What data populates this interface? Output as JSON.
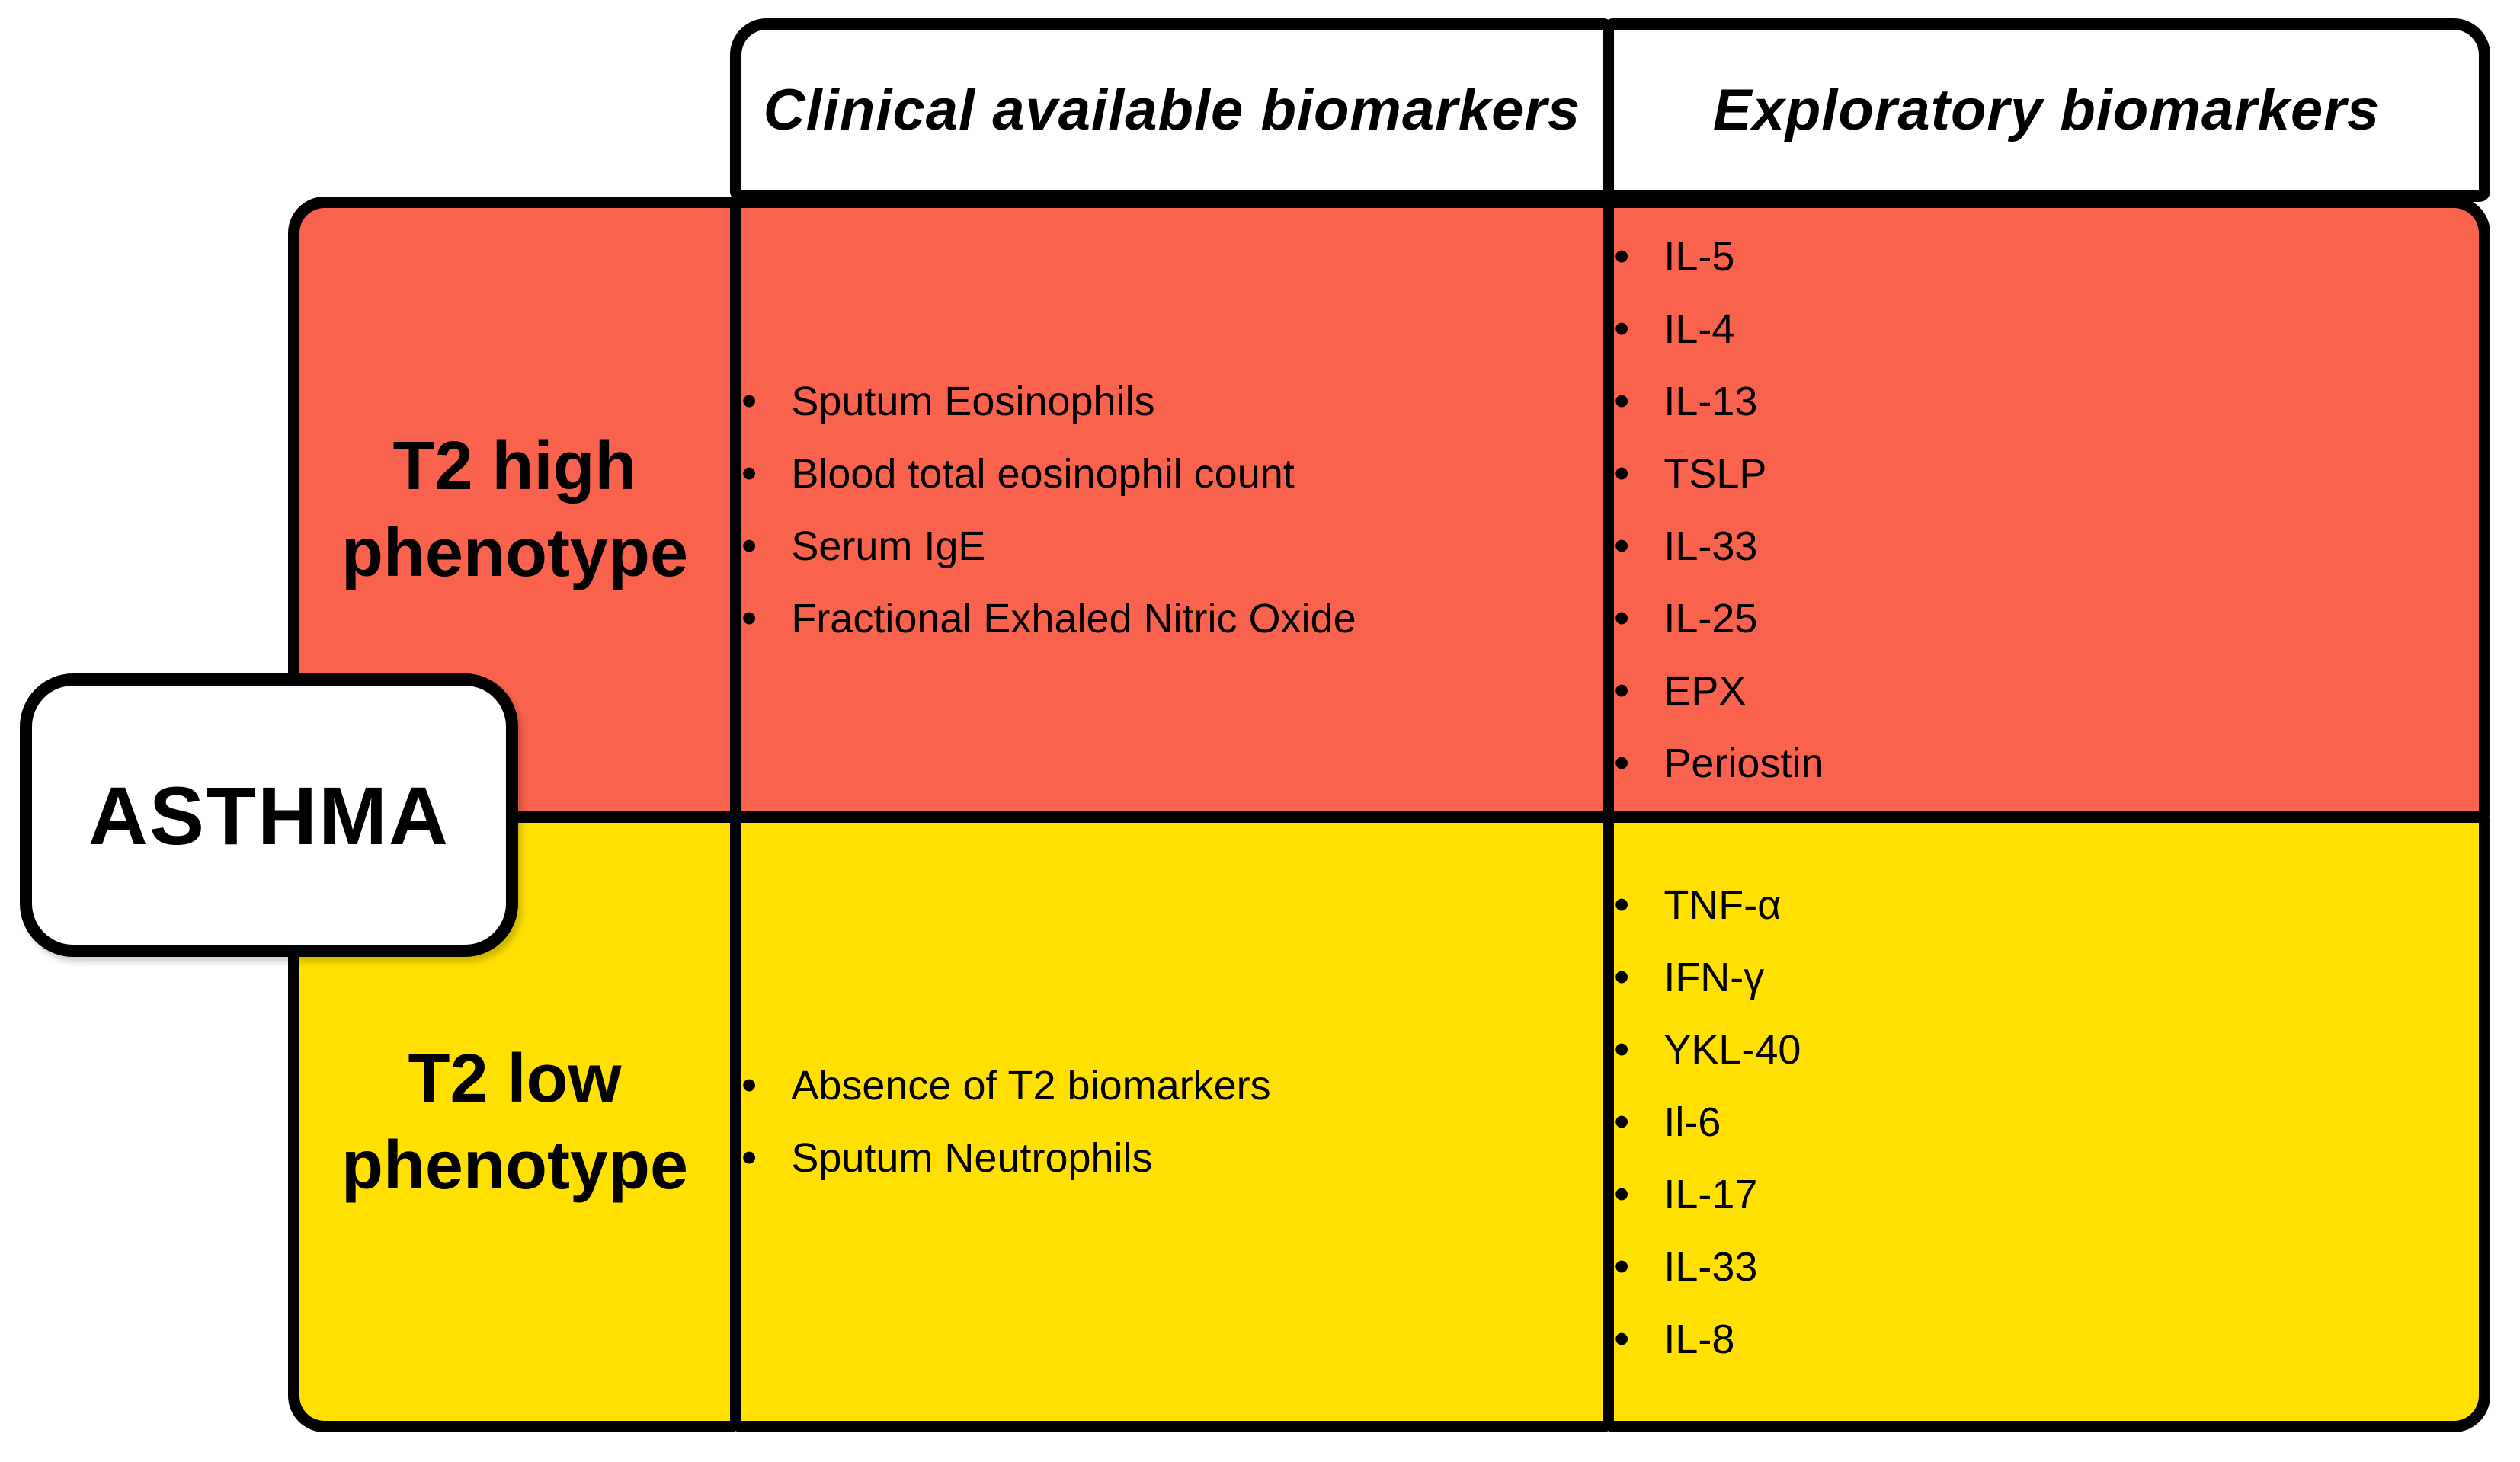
{
  "colors": {
    "page_bg": "#FFFFFF",
    "panel_bg": "#FFFFFF",
    "border": "#000000",
    "text": "#000000",
    "t2_high_bg": "#F9624D",
    "t2_low_bg": "#FFE001"
  },
  "asthma": {
    "label": "ASTHMA"
  },
  "header": {
    "clinical": "Clinical available biomarkers",
    "exploratory": "Exploratory biomarkers"
  },
  "rows": [
    {
      "label_line1": "T2 high",
      "label_line2": "phenotype",
      "clinical": [
        "Sputum Eosinophils",
        "Blood total eosinophil count",
        "Serum IgE",
        "Fractional Exhaled Nitric Oxide"
      ],
      "exploratory": [
        "IL-5",
        "IL-4",
        "IL-13",
        "TSLP",
        "IL-33",
        "IL-25",
        "EPX",
        "Periostin"
      ]
    },
    {
      "label_line1": "T2 low",
      "label_line2": "phenotype",
      "clinical": [
        "Absence of T2 biomarkers",
        "Sputum Neutrophils"
      ],
      "exploratory": [
        "TNF-α",
        "IFN-γ",
        "YKL-40",
        "Il-6",
        "IL-17",
        "IL-33",
        "IL-8"
      ]
    }
  ]
}
